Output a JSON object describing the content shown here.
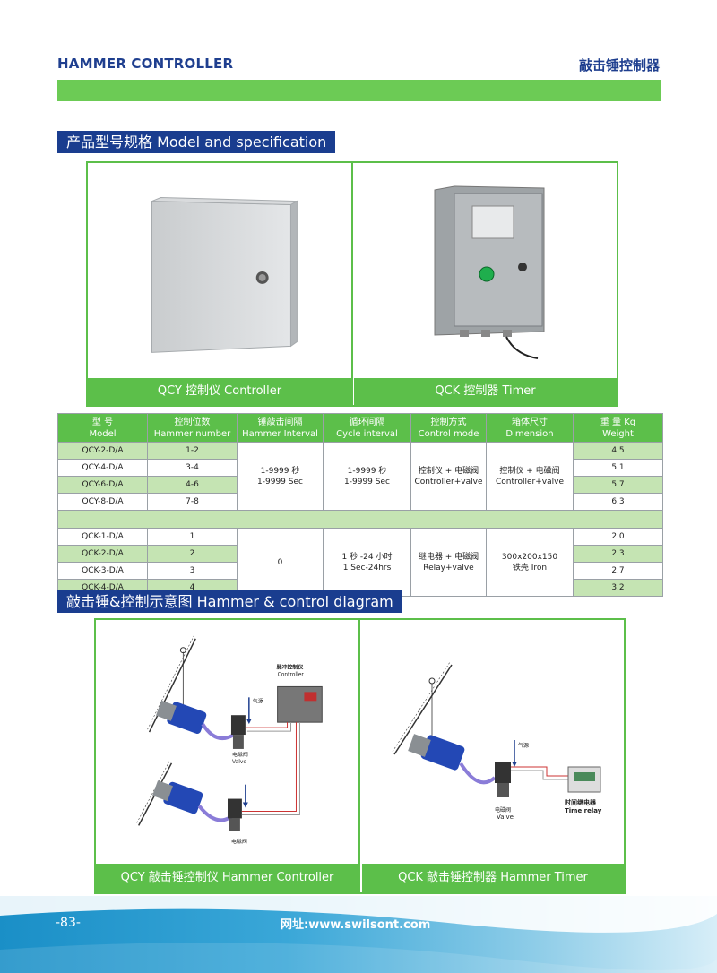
{
  "header": {
    "left_title": "HAMMER CONTROLLER",
    "right_title": "敲击锤控制器"
  },
  "section1": {
    "title": "产品型号规格 Model and specification"
  },
  "photos": [
    {
      "caption": "QCY 控制仪 Controller"
    },
    {
      "caption": "QCK 控制器 Timer"
    }
  ],
  "table": {
    "headers": [
      {
        "cn": "型 号",
        "en": "Model"
      },
      {
        "cn": "控制位数",
        "en": "Hammer number"
      },
      {
        "cn": "锤敲击间隔",
        "en": "Hammer Interval"
      },
      {
        "cn": "循环间隔",
        "en": "Cycle interval"
      },
      {
        "cn": "控制方式",
        "en": "Control mode"
      },
      {
        "cn": "箱体尺寸",
        "en": "Dimension"
      },
      {
        "cn": "重 量 Kg",
        "en": "Weight"
      }
    ],
    "qcy": {
      "rows": [
        {
          "model": "QCY-2-D/A",
          "number": "1-2",
          "weight": "4.5"
        },
        {
          "model": "QCY-4-D/A",
          "number": "3-4",
          "weight": "5.1"
        },
        {
          "model": "QCY-6-D/A",
          "number": "4-6",
          "weight": "5.7"
        },
        {
          "model": "QCY-8-D/A",
          "number": "7-8",
          "weight": "6.3"
        }
      ],
      "hammer_interval": {
        "l1": "1-9999 秒",
        "l2": "1-9999 Sec"
      },
      "cycle_interval": {
        "l1": "1-9999 秒",
        "l2": "1-9999 Sec"
      },
      "control_mode": {
        "l1": "控制仪 + 电磁阀",
        "l2": "Controller+valve"
      },
      "dimension": {
        "l1": "控制仪 + 电磁阀",
        "l2": "Controller+valve"
      }
    },
    "qck": {
      "rows": [
        {
          "model": "QCK-1-D/A",
          "number": "1",
          "weight": "2.0"
        },
        {
          "model": "QCK-2-D/A",
          "number": "2",
          "weight": "2.3"
        },
        {
          "model": "QCK-3-D/A",
          "number": "3",
          "weight": "2.7"
        },
        {
          "model": "QCK-4-D/A",
          "number": "4",
          "weight": "3.2"
        }
      ],
      "hammer_interval": "0",
      "cycle_interval": {
        "l1": "1 秒 -24 小时",
        "l2": "1 Sec-24hrs"
      },
      "control_mode": {
        "l1": "继电器 + 电磁阀",
        "l2": "Relay+valve"
      },
      "dimension": {
        "l1": "300x200x150",
        "l2": "铁壳 Iron"
      }
    }
  },
  "section2": {
    "title": "敲击锤&控制示意图 Hammer & control diagram"
  },
  "diagram_labels": {
    "controller_cn": "脉冲控制仪",
    "controller_en": "Controller",
    "air_cn": "气源",
    "valve_cn": "电磁阀",
    "valve_en": "Valve",
    "timer_cn": "时间继电器",
    "timer_en": "Time relay"
  },
  "diagrams": [
    {
      "caption": "QCY 敲击锤控制仪 Hammer Controller"
    },
    {
      "caption": "QCK 敲击锤控制器 Hammer Timer"
    }
  ],
  "footer": {
    "page": "-83-",
    "website": "网址:www.swilsont.com"
  },
  "colors": {
    "brand_blue": "#1f3f8f",
    "green": "#5cbf4a",
    "light_green": "#c5e4b3"
  }
}
